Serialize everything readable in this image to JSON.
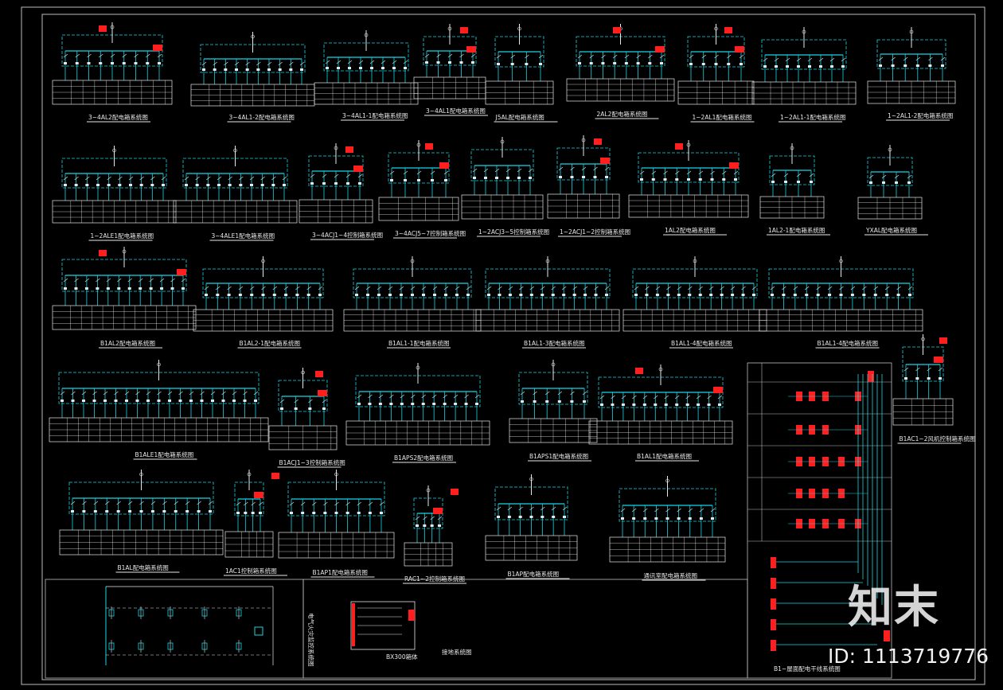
{
  "diagrams": [
    {
      "title": "3~4AL2配电箱系统图"
    },
    {
      "title": "3~4AL1-2配电箱系统图"
    },
    {
      "title": "3~4AL1-1配电箱系统图"
    },
    {
      "title": "3~4AL1配电箱系统图"
    },
    {
      "title": "J5AL配电箱系统图"
    },
    {
      "title": "2AL2配电箱系统图"
    },
    {
      "title": "1~2AL1配电箱系统图"
    },
    {
      "title": "1~2AL1-1配电箱系统图"
    },
    {
      "title": "1~2AL1-2配电箱系统图"
    },
    {
      "title": "1~2ALE1配电箱系统图"
    },
    {
      "title": "3~4ALE1配电箱系统图"
    },
    {
      "title": "3~4ACJ1~4控制箱系统图"
    },
    {
      "title": "3~4ACJ5~7控制箱系统图"
    },
    {
      "title": "1~2ACJ3~5控制箱系统图"
    },
    {
      "title": "1~2ACJ1~2控制箱系统图"
    },
    {
      "title": "1AL2配电箱系统图"
    },
    {
      "title": "1AL2-1配电箱系统图"
    },
    {
      "title": "YXAL配电箱系统图"
    },
    {
      "title": "B1AL2配电箱系统图"
    },
    {
      "title": "B1AL2-1配电箱系统图"
    },
    {
      "title": "B1AL1-1配电箱系统图"
    },
    {
      "title": "B1AL1-3配电箱系统图"
    },
    {
      "title": "B1AL1-4配电箱系统图"
    },
    {
      "title": "B1AL1-4配电箱系统图"
    },
    {
      "title": "B1AC1~2风机控制箱系统图"
    },
    {
      "title": "B1ALE1配电箱系统图"
    },
    {
      "title": "B1ACJ1~3控制箱系统图"
    },
    {
      "title": "B1APS2配电箱系统图"
    },
    {
      "title": "B1APS1配电箱系统图"
    },
    {
      "title": "B1AL1配电箱系统图"
    },
    {
      "title": "B1AL配电箱系统图"
    },
    {
      "title": "1AC1控制箱系统图"
    },
    {
      "title": "B1AP1配电箱系统图"
    },
    {
      "title": "RAC1~2控制箱系统图"
    },
    {
      "title": "B1AP配电箱系统图"
    },
    {
      "title": "通讯室配电箱系统图"
    }
  ],
  "bottom": {
    "fire_title": "电气火灾监控系统图",
    "ground_title": "接地系统图",
    "box_label": "BX300箱体",
    "riser_title": "B1~屋面配电干线系统图"
  },
  "watermarks": {
    "brand": "知末",
    "id": "ID: 1113719776"
  },
  "colors": {
    "line": "#16d6e6",
    "alert": "#ff1f1f",
    "text": "#e8e8e8",
    "frame": "#bdbdbd"
  }
}
